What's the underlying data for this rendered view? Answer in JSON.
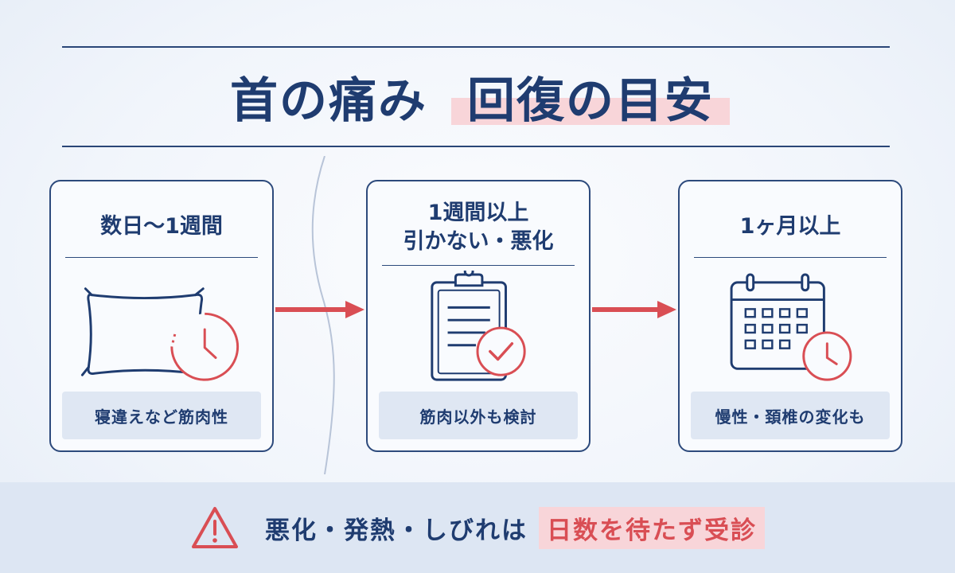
{
  "title": {
    "part1": "首の痛み",
    "part2": "回復の目安"
  },
  "cards": [
    {
      "head_line1": "数日〜1週間",
      "head_line2": "",
      "icon": "pillow-clock-icon",
      "footer": "寝違えなど筋肉性"
    },
    {
      "head_line1": "1週間以上",
      "head_line2": "引かない・悪化",
      "icon": "clipboard-check-icon",
      "footer": "筋肉以外も検討"
    },
    {
      "head_line1": "1ヶ月以上",
      "head_line2": "",
      "icon": "calendar-clock-icon",
      "footer": "慢性・頚椎の変化も"
    }
  ],
  "banner": {
    "icon": "warning-icon",
    "text": "悪化・発熱・しびれは",
    "highlight": "日数を待たず受診"
  },
  "colors": {
    "navy": "#1f3c70",
    "red": "#d94e54",
    "pink": "#f8d5d9"
  }
}
